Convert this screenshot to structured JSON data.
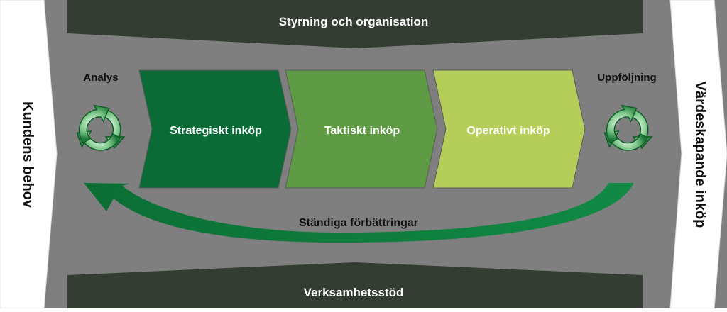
{
  "left_panel": {
    "label": "Kundens behov"
  },
  "right_panel": {
    "label": "Värdeskapande inköp"
  },
  "top_bar": {
    "label": "Styrning och organisation"
  },
  "bottom_bar": {
    "label": "Verksamhetsstöd"
  },
  "cycle_left": {
    "label": "Analys",
    "icon": "recycle-arrows-icon"
  },
  "cycle_right": {
    "label": "Uppföljning",
    "icon": "recycle-arrows-icon"
  },
  "process": {
    "steps": [
      {
        "label": "Strategiskt inköp",
        "color": "#0a6b36"
      },
      {
        "label": "Taktiskt inköp",
        "color": "#5f9a44"
      },
      {
        "label": "Operativt inköp",
        "color": "#b5cd59"
      }
    ]
  },
  "improvement_arrow": {
    "label": "Ständiga förbättringar",
    "color": "#0e7a3a"
  },
  "colors": {
    "background": "#7f7f7f",
    "bar": "#333d31",
    "panel": "#ffffff"
  }
}
